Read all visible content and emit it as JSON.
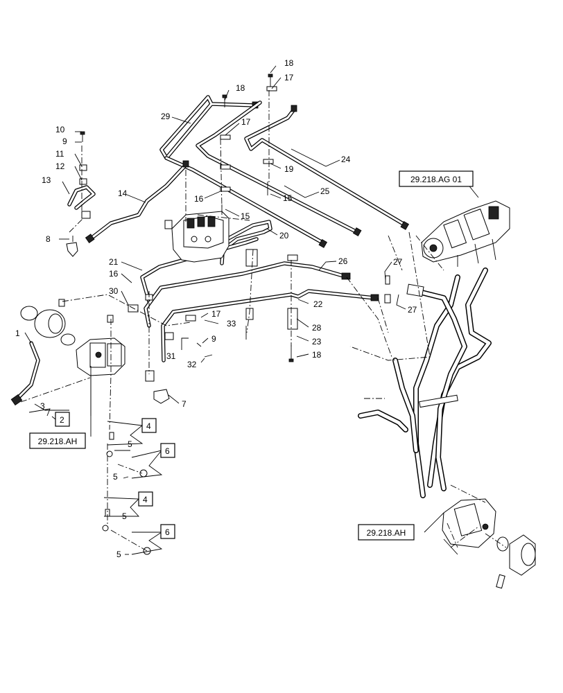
{
  "callouts": {
    "c1": "1",
    "c2": "2",
    "c3": "3",
    "c4a": "4",
    "c4b": "4",
    "c5a": "5",
    "c5b": "5",
    "c5c": "5",
    "c5d": "5",
    "c6a": "6",
    "c6b": "6",
    "c7": "7",
    "c8": "8",
    "c9a": "9",
    "c9b": "9",
    "c10": "10",
    "c11": "11",
    "c12": "12",
    "c13": "13",
    "c14": "14",
    "c15a": "15",
    "c15b": "15",
    "c16a": "16",
    "c16b": "16",
    "c17a": "17",
    "c17b": "17",
    "c17c": "17",
    "c18a": "18",
    "c18b": "18",
    "c18c": "18",
    "c19": "19",
    "c20": "20",
    "c21": "21",
    "c22": "22",
    "c23": "23",
    "c24": "24",
    "c25": "25",
    "c26": "26",
    "c27a": "27",
    "c27b": "27",
    "c28": "28",
    "c29": "29",
    "c30": "30",
    "c31": "31",
    "c32": "32",
    "c33": "33"
  },
  "references": {
    "top_right": "29.218.AG 01",
    "left": "29.218.AH",
    "bottom_right": "29.218.AH"
  }
}
